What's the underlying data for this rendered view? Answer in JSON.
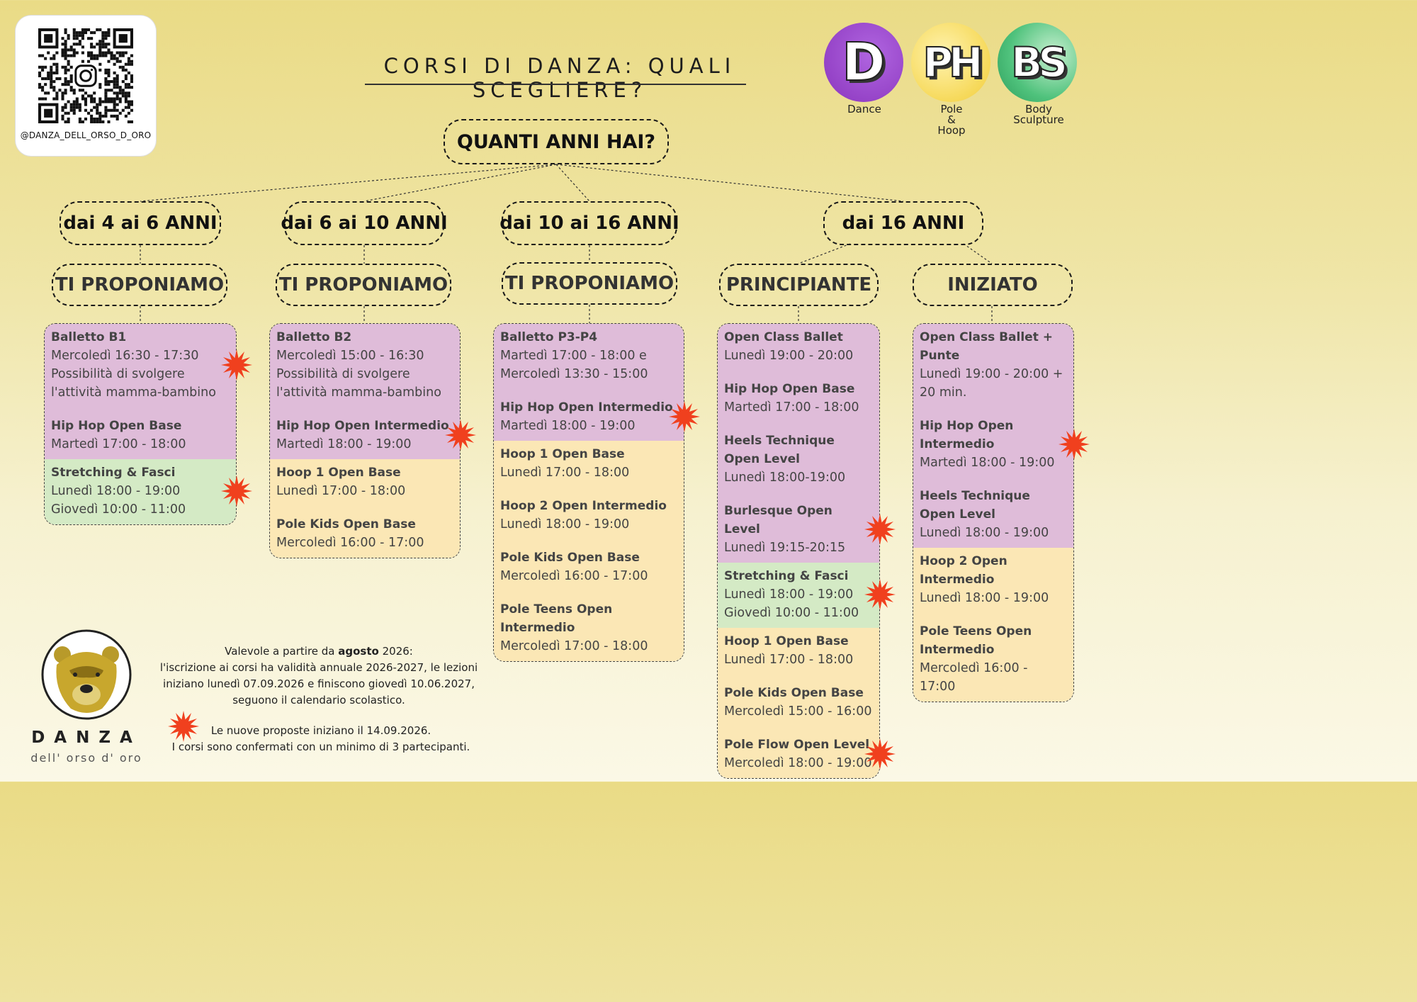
{
  "header": {
    "instagram_handle": "@DANZA_DELL_ORSO_D_ORO",
    "title": "CORSI DI DANZA: QUALI SCEGLIERE?"
  },
  "legend": [
    {
      "letters": "D",
      "caption": "Dance",
      "color": "#9b45c8"
    },
    {
      "letters": "PH",
      "caption_lines": [
        "Pole",
        "&",
        "Hoop"
      ],
      "color": "#f6dc63"
    },
    {
      "letters": "BS",
      "caption_lines": [
        "Body",
        "Sculpture"
      ],
      "color": "#3fba6e"
    }
  ],
  "tree": {
    "question": "QUANTI ANNI HAI?",
    "age_groups": [
      {
        "label": "dai 4 ai 6 ANNI",
        "sub": "TI PROPONIAMO"
      },
      {
        "label": "dai 6 ai 10 ANNI",
        "sub": "TI PROPONIAMO"
      },
      {
        "label": "dai 10 ai 16 ANNI",
        "sub": "TI PROPONIAMO"
      },
      {
        "label": "dai 16 ANNI",
        "subs": [
          "PRINCIPIANTE",
          "INIZIATO"
        ]
      }
    ]
  },
  "columns": [
    {
      "sections": [
        {
          "type": "dance",
          "courses": [
            {
              "name": "Balletto B1",
              "lines": [
                "Mercoledì 16:30 - 17:30",
                "Possibilità di svolgere",
                "l'attività mamma-bambino"
              ],
              "new": true
            },
            {
              "name": "Hip Hop Open Base",
              "lines": [
                "Martedì 17:00 - 18:00"
              ],
              "new": false
            }
          ]
        },
        {
          "type": "body",
          "courses": [
            {
              "name": "Stretching & Fasci",
              "lines": [
                "Lunedì 18:00 - 19:00",
                "Giovedì 10:00 - 11:00"
              ],
              "new": true
            }
          ]
        }
      ]
    },
    {
      "sections": [
        {
          "type": "dance",
          "courses": [
            {
              "name": "Balletto B2",
              "lines": [
                "Mercoledì 15:00 - 16:30",
                "Possibilità di svolgere",
                "l'attività mamma-bambino"
              ],
              "new": false
            },
            {
              "name": "Hip Hop Open Intermedio",
              "lines": [
                "Martedì 18:00 - 19:00"
              ],
              "new": true
            }
          ]
        },
        {
          "type": "pole",
          "courses": [
            {
              "name": "Hoop 1 Open Base",
              "lines": [
                "Lunedì 17:00 - 18:00"
              ],
              "new": false
            },
            {
              "name": "Pole Kids Open Base",
              "lines": [
                "Mercoledì 16:00 - 17:00"
              ],
              "new": false
            }
          ]
        }
      ]
    },
    {
      "sections": [
        {
          "type": "dance",
          "courses": [
            {
              "name": "Balletto P3-P4",
              "lines": [
                "Martedì 17:00 - 18:00 e",
                "Mercoledì 13:30 - 15:00"
              ],
              "new": false
            },
            {
              "name": "Hip Hop Open Intermedio",
              "lines": [
                "Martedì 18:00 - 19:00"
              ],
              "new": true
            }
          ]
        },
        {
          "type": "pole",
          "courses": [
            {
              "name": "Hoop 1 Open Base",
              "lines": [
                "Lunedì 17:00 - 18:00"
              ],
              "new": false
            },
            {
              "name": "Hoop 2 Open Intermedio",
              "lines": [
                "Lunedì 18:00 -  19:00"
              ],
              "new": false
            },
            {
              "name": "Pole Kids Open Base",
              "lines": [
                "Mercoledì 16:00 - 17:00"
              ],
              "new": false
            },
            {
              "name": "Pole Teens Open Intermedio",
              "lines": [
                "Mercoledì 17:00 - 18:00"
              ],
              "new": false
            }
          ]
        }
      ]
    },
    {
      "sections": [
        {
          "type": "dance",
          "courses": [
            {
              "name": "Open Class Ballet",
              "lines": [
                "Lunedì 19:00 - 20:00"
              ],
              "new": false
            },
            {
              "name": "Hip Hop Open Base",
              "lines": [
                "Martedì 17:00 - 18:00"
              ],
              "new": false
            },
            {
              "name": "Heels Technique Open Level",
              "lines": [
                "Lunedì 18:00-19:00"
              ],
              "new": false
            },
            {
              "name": "Burlesque Open Level",
              "lines": [
                "Lunedì 19:15-20:15"
              ],
              "new": true
            }
          ]
        },
        {
          "type": "body",
          "courses": [
            {
              "name": "Stretching & Fasci",
              "lines": [
                "Lunedì 18:00 -  19:00",
                "Giovedì 10:00 - 11:00"
              ],
              "new": true
            }
          ]
        },
        {
          "type": "pole",
          "courses": [
            {
              "name": "Hoop 1 Open Base",
              "lines": [
                "Lunedì 17:00 - 18:00"
              ],
              "new": false
            },
            {
              "name": "Pole Kids Open Base",
              "lines": [
                "Mercoledì 15:00 - 16:00"
              ],
              "new": false
            },
            {
              "name": "Pole Flow Open Level",
              "lines": [
                "Mercoledì 18:00 - 19:00"
              ],
              "new": true
            }
          ]
        }
      ]
    },
    {
      "sections": [
        {
          "type": "dance",
          "courses": [
            {
              "name": "Open Class Ballet + Punte",
              "lines": [
                "Lunedì 19:00 - 20:00 +",
                "20 min."
              ],
              "new": false
            },
            {
              "name": "Hip Hop Open Intermedio",
              "lines": [
                "Martedì 18:00 - 19:00"
              ],
              "new": true
            },
            {
              "name": "Heels Technique Open Level",
              "lines": [
                "Lunedì 18:00 - 19:00"
              ],
              "new": false
            }
          ]
        },
        {
          "type": "pole",
          "courses": [
            {
              "name": "Hoop 2 Open Intermedio",
              "lines": [
                "Lunedì 18:00 - 19:00"
              ],
              "new": false
            },
            {
              "name": "Pole Teens Open Intermedio",
              "lines": [
                "Mercoledì 16:00 - 17:00"
              ],
              "new": false
            }
          ]
        }
      ]
    }
  ],
  "footer": {
    "validity_lines": [
      "Valevole a partire da agosto 2026:",
      "l'iscrizione ai corsi ha validità annuale 2026-2027,  le lezioni",
      "iniziano lunedì 07.09.2026 e finiscono giovedì 10.06.2027,",
      "seguono il calendario scolastico."
    ],
    "new_note_lines": [
      "Le nuove proposte iniziano il 14.09.2026.",
      "I corsi sono confermati con un minimo di 3 partecipanti."
    ],
    "brand_name": "DANZA",
    "brand_sub": "dell' orso d' oro"
  },
  "colors": {
    "dance": "#dfbcd9",
    "body": "#d4eac5",
    "pole": "#fbe7b5",
    "star": "#f0401e"
  }
}
